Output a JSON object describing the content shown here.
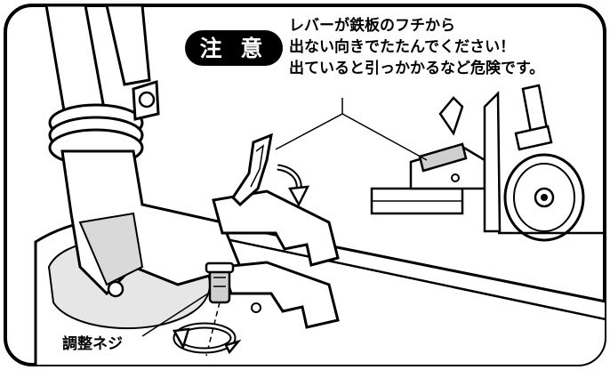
{
  "caution": {
    "badge_label": "注 意",
    "lines": [
      "レバーが鉄板のフチから",
      "出ない向きでたたんでください！",
      "出ていると引っかかるなど危険です。"
    ]
  },
  "callouts": {
    "adjust_screw_label": "調整ネジ"
  },
  "colors": {
    "ink": "#000000",
    "paper": "#ffffff",
    "badge_fill": "#000000",
    "badge_text": "#ffffff",
    "shade": "#cfcfcf"
  }
}
